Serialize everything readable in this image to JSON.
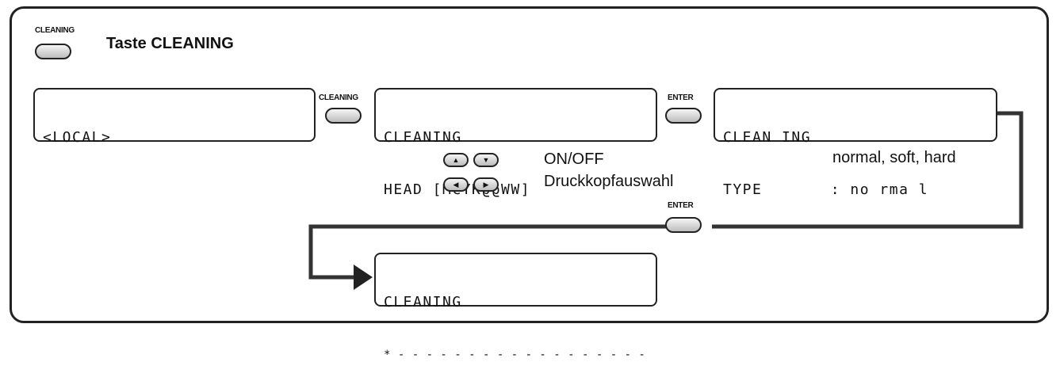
{
  "header": {
    "key_label": "CLEANING",
    "title": "Taste CLEANING"
  },
  "screens": {
    "local": {
      "line1": "<LOCAL>",
      "line2": ""
    },
    "head": {
      "line1": "CLEANING",
      "line2": "HEAD [MCYKϱϱWW]"
    },
    "type": {
      "line1": "CLEAN ING",
      "line2": "TYPE       : no rma l"
    },
    "progress": {
      "line1": "CLEANING",
      "line2": "* - - - - - - - - - - - - - - - - - -"
    }
  },
  "keys": {
    "cleaning": "CLEANING",
    "enter_1": "ENTER",
    "enter_2": "ENTER"
  },
  "arrows": {
    "up": "▲",
    "down": "▼",
    "left": "◀",
    "right": "▶"
  },
  "labels": {
    "on_off": "ON/OFF",
    "head_select": "Druckkopfauswahl",
    "type_options": "normal, soft, hard"
  }
}
